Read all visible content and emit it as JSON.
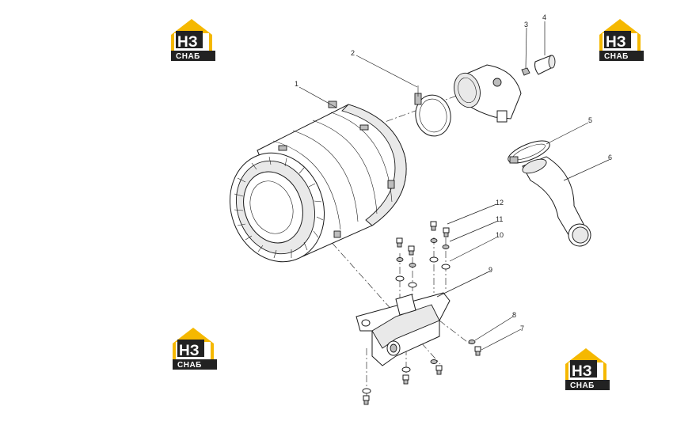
{
  "diagram": {
    "callouts": [
      "1",
      "2",
      "3",
      "4",
      "5",
      "6",
      "7",
      "8",
      "9",
      "10",
      "11",
      "12"
    ]
  },
  "watermark": {
    "line1": "НЗ",
    "line2": "СНАБ",
    "color_yellow": "#f5b800",
    "color_dark": "#222222"
  }
}
